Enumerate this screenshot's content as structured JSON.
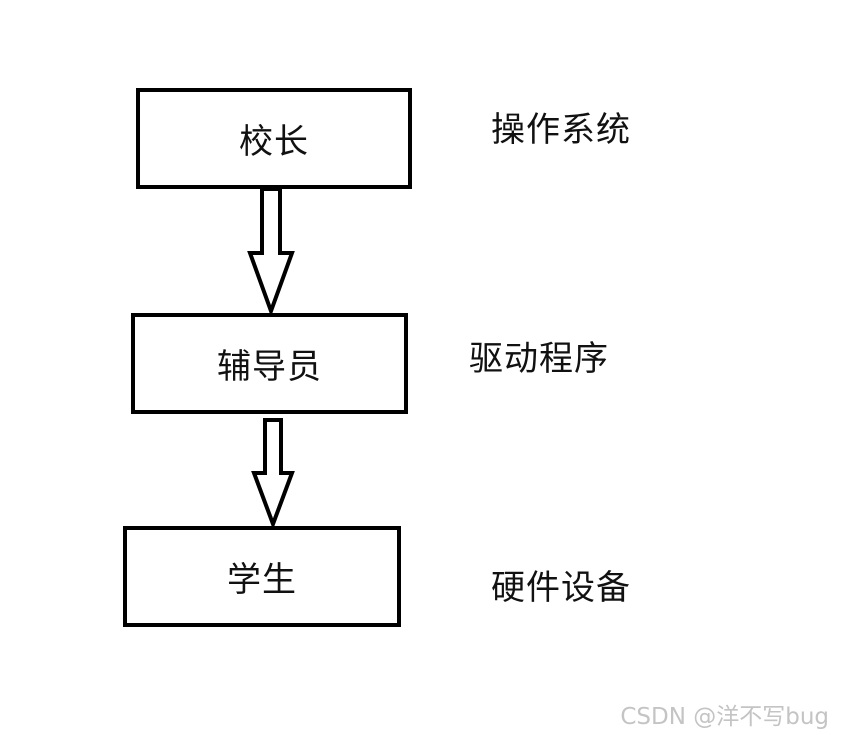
{
  "diagram": {
    "boxes": [
      {
        "id": "principal",
        "label": "校长"
      },
      {
        "id": "counselor",
        "label": "辅导员"
      },
      {
        "id": "student",
        "label": "学生"
      }
    ],
    "side_labels": [
      {
        "id": "os",
        "label": "操作系统"
      },
      {
        "id": "driver",
        "label": "驱动程序"
      },
      {
        "id": "hardware",
        "label": "硬件设备"
      }
    ],
    "arrows": [
      {
        "from": "principal",
        "to": "counselor"
      },
      {
        "from": "counselor",
        "to": "student"
      }
    ]
  },
  "watermark": {
    "text": "CSDN @洋不写bug"
  },
  "colors": {
    "stroke": "#000000",
    "background": "#ffffff",
    "watermark": "#c4c4c4"
  }
}
